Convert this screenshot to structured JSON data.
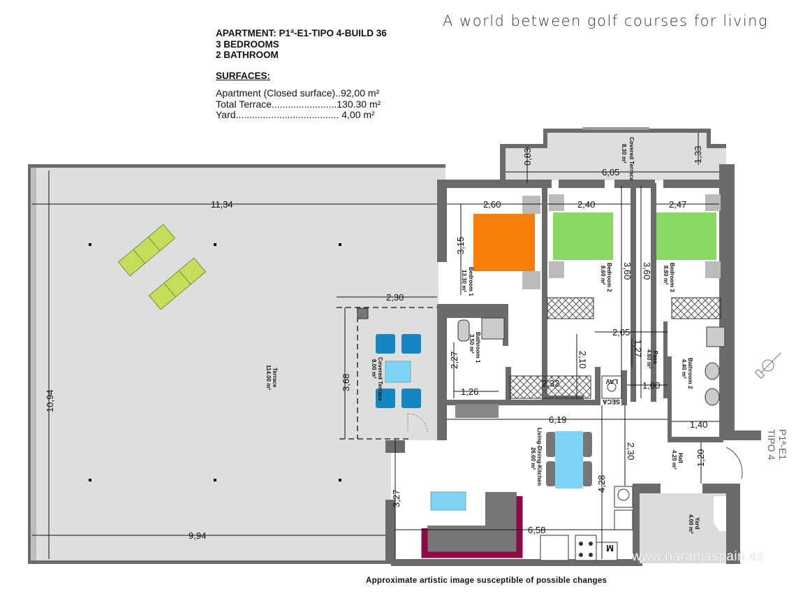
{
  "header": {
    "apartment": "APARTMENT: P1ª-E1-TIPO 4-BUILD 36",
    "bedrooms": "3 BEDROOMS",
    "bathrooms": "2 BATHROOM",
    "surfaces_title": "SURFACES:",
    "surfaces": [
      {
        "label": "Apartment (Closed surface)..92,00 m²"
      },
      {
        "label": "Total Terrace........................130.30 m²"
      },
      {
        "label": "Yard......................................   4,00 m²"
      }
    ]
  },
  "tagline": "A world  between golf courses for living",
  "rooms": {
    "covered_terrace_top": {
      "name": "Covered Terrace",
      "area": "8.30 m²"
    },
    "bedroom1": {
      "name": "Bedroom 1",
      "area": "13.30 m²"
    },
    "bedroom2": {
      "name": "Bedroom 2",
      "area": "8.60 m²"
    },
    "bedroom3": {
      "name": "Bedroom 3",
      "area": "8.80 m²"
    },
    "bathroom1": {
      "name": "Bathroom 1",
      "area": "3.50 m²"
    },
    "pass": {
      "name": "Pass",
      "area": "4.60 m²"
    },
    "bathroom2": {
      "name": "Bathroom 2",
      "area": "4.40 m²"
    },
    "terrace": {
      "name": "Terrace",
      "area": "114.00 m²"
    },
    "covered_terrace_side": {
      "name": "Covered Terrace",
      "area": "8.00 m²"
    },
    "living": {
      "name": "Living-Dining-Kitchen",
      "area": "26.60 m²"
    },
    "hall": {
      "name": "Hall",
      "area": "4.20 m²"
    },
    "yard": {
      "name": "Yard",
      "area": "4.00 m²"
    }
  },
  "dimensions": {
    "terrace_width": "11,34",
    "terrace_height": "10,94",
    "terrace_bottom": "9,94",
    "covered_terrace_w": "2,30",
    "covered_terrace_h": "3,68",
    "top_terrace_w": "6,05",
    "top_terrace_d1": "0,83",
    "top_terrace_d2": "1,33",
    "bed1_w": "2,60",
    "bed1_h": "3,15",
    "bed2_w": "2,40",
    "bed2_h": "3,60",
    "bed3_w": "2,47",
    "bed3_h": "3,60",
    "pass_w": "2,05",
    "pass_h": "1,27",
    "bath1_h": "2,27",
    "bath1_w": "1,26",
    "wardrobe_w": "2,32",
    "door_h": "2,10",
    "gap_w": "1,00",
    "bath2_w": "1,40",
    "living_w": "6,19",
    "living_h": "2,30",
    "kitchen_h": "4,28",
    "living_left_h": "3,27",
    "living_bottom": "6,58",
    "entry_w": "1,20"
  },
  "unit_tag": {
    "line1": "P1ª-E1",
    "line2": "TIPO 4"
  },
  "appliance_labels": {
    "laundry_top": "LAV",
    "laundry_bottom": "SECA",
    "meter": "M"
  },
  "disclaimer": "Approximate artistic image susceptible of possible changes",
  "watermark": "www.naranjaspain.es",
  "colors": {
    "wall": "#6b6b6b",
    "terrace_floor": "#dedede",
    "master_bed": "#f97d0b",
    "single_bed": "#8cd867",
    "sofa_accent": "#8c0a47",
    "table": "#7fd3f5",
    "terrace_chairs": "#1487c1",
    "sun_loungers": "#c4de5c"
  }
}
